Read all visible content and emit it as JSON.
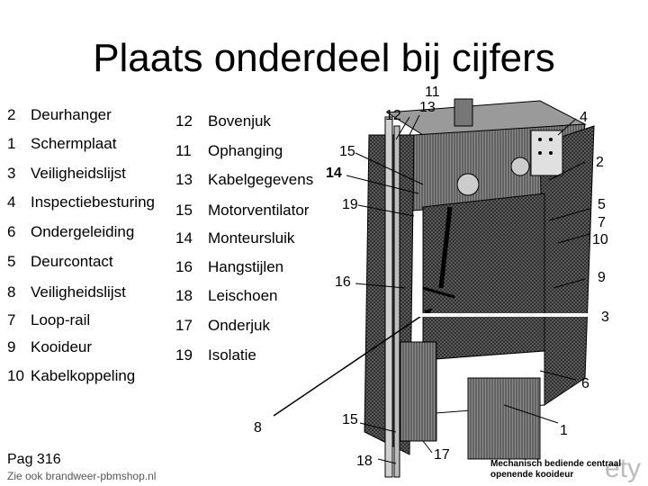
{
  "title": "Plaats onderdeel bij cijfers",
  "legend_left": [
    {
      "num": "2",
      "label": "Deurhanger"
    },
    {
      "num": "1",
      "label": "Schermplaat"
    },
    {
      "num": "3",
      "label": "Veiligheidslijst"
    },
    {
      "num": "4",
      "label": "Inspectiebesturing"
    },
    {
      "num": "6",
      "label": "Ondergeleiding"
    },
    {
      "num": "5",
      "label": "Deurcontact"
    },
    {
      "num": "8",
      "label": "Veiligheidslijst"
    },
    {
      "num": "7",
      "label": "Loop-rail"
    },
    {
      "num": "9",
      "label": "Kooideur"
    }
  ],
  "legend_left_extra": {
    "num": "10",
    "label": "Kabelkoppeling"
  },
  "legend_right": [
    {
      "num": "12",
      "label": "Bovenjuk"
    },
    {
      "num": "11",
      "label": "Ophanging"
    },
    {
      "num": "13",
      "label": "Kabelgegevens"
    },
    {
      "num": "15",
      "label": "Motorventilator"
    },
    {
      "num": "14",
      "label": "Monteursluik"
    },
    {
      "num": "16",
      "label": "Hangstijlen"
    },
    {
      "num": "18",
      "label": "Leischoen"
    },
    {
      "num": "17",
      "label": "Onderjuk"
    },
    {
      "num": "19",
      "label": "Isolatie"
    }
  ],
  "callouts": {
    "c11": "11",
    "c13": "13",
    "c12": "12",
    "c4": "4",
    "c15a": "15",
    "c14": "14",
    "c2": "2",
    "c19": "19",
    "c5": "5",
    "c7": "7",
    "c10": "10",
    "c9": "9",
    "c16": "16",
    "c3": "3",
    "c6": "6",
    "c8": "8",
    "c15b": "15",
    "c1": "1",
    "c18": "18",
    "c17": "17"
  },
  "footer": {
    "page": "Pag 316",
    "link": "Zie ook brandweer-pbmshop.nl"
  },
  "caption": "Mechanisch bediende centraal openende kooideur"
}
